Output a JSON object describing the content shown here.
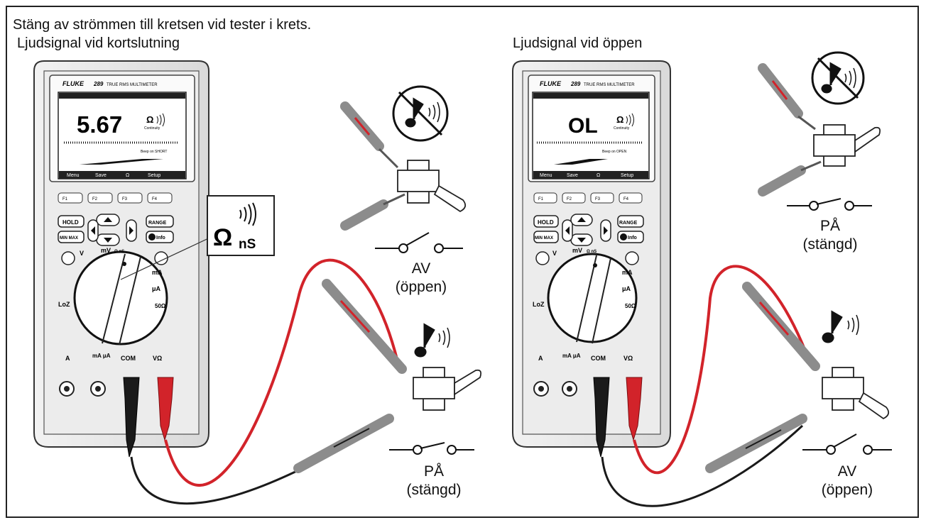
{
  "header": {
    "instruction": "Stäng av strömmen till kretsen vid tester i krets.",
    "left_caption": "Ljudsignal vid kortslutning",
    "right_caption": "Ljudsignal vid öppen"
  },
  "meter_left": {
    "brand": "FLUKE",
    "model": "289",
    "subtitle": "TRUE RMS MULTIMETER",
    "reading": "5.67",
    "unit": "Ω",
    "mode_label": "Continuity",
    "beep_text": "Beep on SHORT",
    "softkeys": [
      "Menu",
      "Save",
      "Ω",
      "Setup"
    ],
    "fkeys": [
      "F1",
      "F2",
      "F3",
      "F4"
    ],
    "buttons": {
      "hold": "HOLD",
      "minmax": "MIN MAX",
      "range": "RANGE",
      "info": "Info"
    },
    "dial": {
      "v": "V",
      "mv": "mV",
      "loz": "LoZ",
      "ohm_ns": "Ω nS",
      "a_ma": "mA",
      "ua": "μA",
      "ohm50": "50Ω"
    },
    "jacks": {
      "a": "A",
      "ma": "mA μA",
      "com": "COM",
      "v": "VΩ"
    },
    "callout_symbol": "Ω",
    "callout_sub": "nS"
  },
  "meter_right": {
    "brand": "FLUKE",
    "model": "289",
    "subtitle": "TRUE RMS MULTIMETER",
    "reading": "OL",
    "unit": "Ω",
    "mode_label": "Continuity",
    "beep_text": "Beep on OPEN",
    "softkeys": [
      "Menu",
      "Save",
      "Ω",
      "Setup"
    ],
    "fkeys": [
      "F1",
      "F2",
      "F3",
      "F4"
    ],
    "buttons": {
      "hold": "HOLD",
      "minmax": "MIN MAX",
      "range": "RANGE",
      "info": "Info"
    },
    "dial": {
      "v": "V",
      "mv": "mV",
      "loz": "LoZ",
      "ohm_ns": "Ω nS",
      "a_ma": "mA",
      "ua": "μA",
      "ohm50": "50Ω"
    },
    "jacks": {
      "a": "A",
      "ma": "mA μA",
      "com": "COM",
      "v": "VΩ"
    }
  },
  "switch_labels": {
    "left_top": {
      "state": "AV",
      "desc": "(öppen)"
    },
    "left_bottom": {
      "state": "PÅ",
      "desc": "(stängd)"
    },
    "right_top": {
      "state": "PÅ",
      "desc": "(stängd)"
    },
    "right_bottom": {
      "state": "AV",
      "desc": "(öppen)"
    }
  },
  "colors": {
    "red_lead": "#d2232a",
    "black_lead": "#1a1a1a",
    "meter_body": "#e8e8e8",
    "screen": "#f4f4f4",
    "probe_gray": "#9a9a9a"
  },
  "icons": {
    "no_sound": "no-sound-icon",
    "sound": "sound-icon",
    "switch": "toggle-switch-icon"
  }
}
